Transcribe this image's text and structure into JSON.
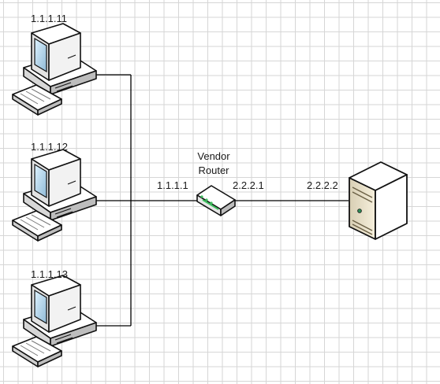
{
  "pcs": [
    {
      "ip": "1.1.1.11"
    },
    {
      "ip": "1.1.1.12"
    },
    {
      "ip": "1.1.1.13"
    }
  ],
  "router": {
    "name_line1": "Vendor",
    "name_line2": "Router",
    "left_ip": "1.1.1.1",
    "right_ip": "2.2.2.1"
  },
  "server": {
    "ip": "2.2.2.2"
  },
  "icons": [
    "desktop-computer-icon",
    "router-icon",
    "server-icon"
  ],
  "colors": {
    "line": "#000000",
    "grid": "#d6d6d6",
    "server_body": "#efe6cc",
    "router_led": "#3fbf5f"
  }
}
